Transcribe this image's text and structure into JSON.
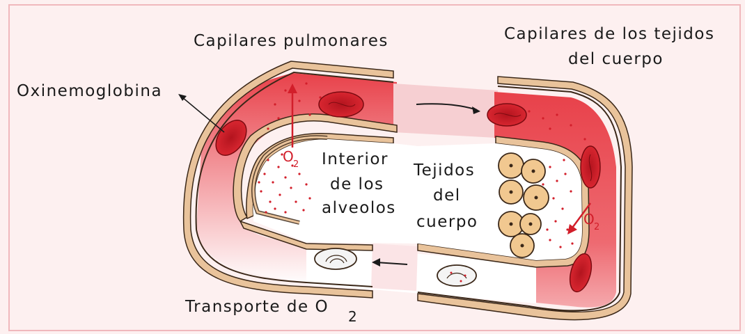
{
  "colors": {
    "background": "#fdf0f0",
    "frame_border": "#f0b8bc",
    "vessel_wall": "#e9c39b",
    "vessel_wall_stroke": "#3a2718",
    "oxygenated_blood": "#e8414a",
    "deoxygenated_blood": "#ffffff",
    "red_blood_cell": "#d21e2a",
    "tissue_cell": "#f1c890",
    "oxygen_text": "#d21e2a"
  },
  "labels": {
    "pulmonary_capillaries": "Capilares pulmonares",
    "body_capillaries_line1": "Capilares de los tejidos",
    "body_capillaries_line2": "del cuerpo",
    "oxyhemoglobin": "Oxinemoglobina",
    "alveoli_line1": "Interior",
    "alveoli_line2": "de los",
    "alveoli_line3": "alveolos",
    "tissues_line1": "Tejidos",
    "tissues_line2": "del",
    "tissues_line3": "cuerpo",
    "transport_text": "Transporte de O",
    "transport_subscript": "2",
    "oxygen_left": "O",
    "oxygen_left_subscript": "2",
    "oxygen_right": "O",
    "oxygen_right_subscript": "2"
  },
  "icons": {
    "flow_arrow_top": "arrow-right-icon",
    "flow_arrow_bottom": "arrow-left-icon",
    "oxygen_arrow_lungs": "arrow-up-icon",
    "oxygen_arrow_tissue": "arrow-down-left-icon"
  }
}
